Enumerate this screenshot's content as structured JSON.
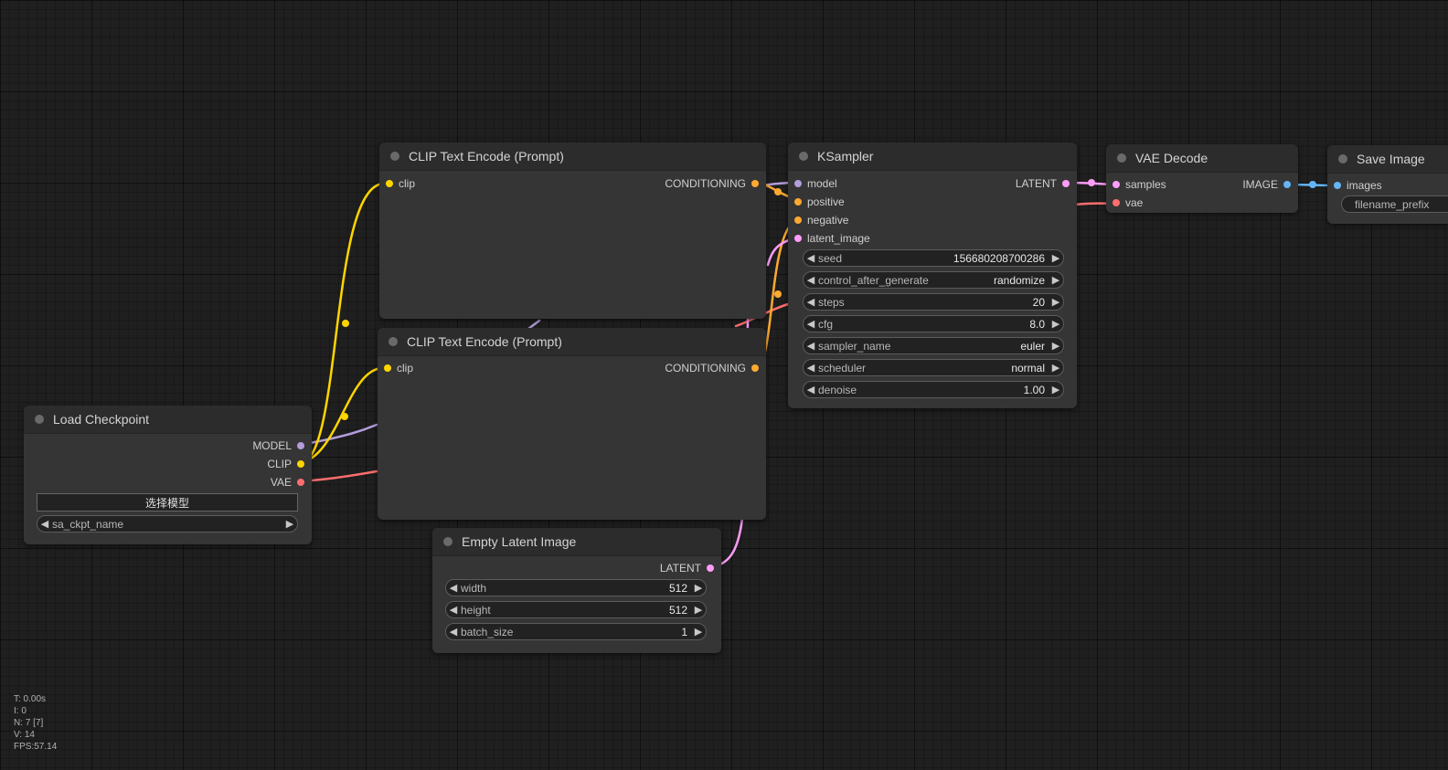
{
  "colors": {
    "model": "#b39ddb",
    "clip": "#ffd500",
    "vae": "#ff6e6e",
    "conditioning": "#ffa931",
    "latent": "#ff9cf9",
    "image": "#64b5f6"
  },
  "nodes": {
    "load_checkpoint": {
      "title": "Load Checkpoint",
      "outputs": [
        "MODEL",
        "CLIP",
        "VAE"
      ],
      "button_label": "选择模型",
      "ckpt_widget_label": "sa_ckpt_name"
    },
    "clip_text_encode_1": {
      "title": "CLIP Text Encode (Prompt)",
      "input_clip": "clip",
      "output_conditioning": "CONDITIONING"
    },
    "clip_text_encode_2": {
      "title": "CLIP Text Encode (Prompt)",
      "input_clip": "clip",
      "output_conditioning": "CONDITIONING"
    },
    "empty_latent": {
      "title": "Empty Latent Image",
      "output_latent": "LATENT",
      "widgets": [
        {
          "label": "width",
          "value": "512"
        },
        {
          "label": "height",
          "value": "512"
        },
        {
          "label": "batch_size",
          "value": "1"
        }
      ]
    },
    "ksampler": {
      "title": "KSampler",
      "inputs": [
        "model",
        "positive",
        "negative",
        "latent_image"
      ],
      "output_latent": "LATENT",
      "widgets": [
        {
          "label": "seed",
          "value": "156680208700286"
        },
        {
          "label": "control_after_generate",
          "value": "randomize"
        },
        {
          "label": "steps",
          "value": "20"
        },
        {
          "label": "cfg",
          "value": "8.0"
        },
        {
          "label": "sampler_name",
          "value": "euler"
        },
        {
          "label": "scheduler",
          "value": "normal"
        },
        {
          "label": "denoise",
          "value": "1.00"
        }
      ]
    },
    "vae_decode": {
      "title": "VAE Decode",
      "inputs": [
        "samples",
        "vae"
      ],
      "output_image": "IMAGE"
    },
    "save_image": {
      "title": "Save Image",
      "input_images": "images",
      "widget_label": "filename_prefix"
    }
  },
  "stats": {
    "t": "T: 0.00s",
    "i": "I: 0",
    "n": "N: 7 [7]",
    "v": "V: 14",
    "fps": "FPS:57.14"
  }
}
